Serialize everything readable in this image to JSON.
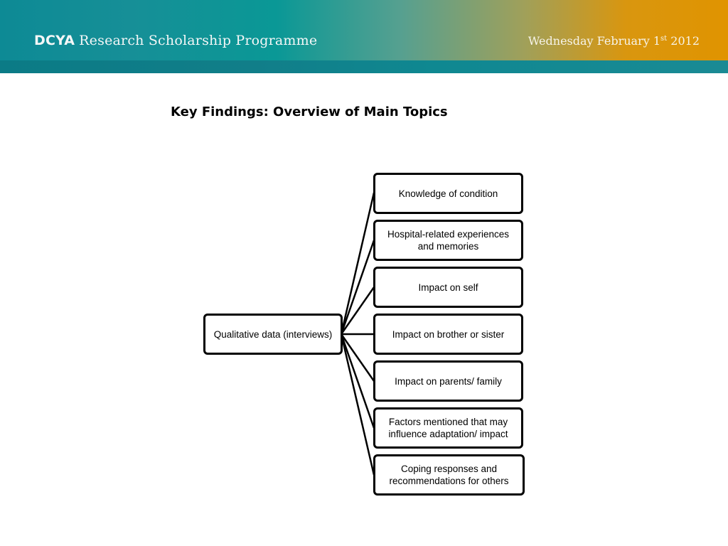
{
  "header": {
    "org": "DCYA",
    "programme": "Research Scholarship Programme",
    "date_main": "Wednesday February 1",
    "date_sup": "st",
    "date_year": "2012"
  },
  "slide": {
    "title": "Key Findings: Overview of Main Topics"
  },
  "diagram": {
    "root": "Qualitative data (interviews)",
    "children": [
      "Knowledge of condition",
      "Hospital-related experiences and memories",
      "Impact on self",
      "Impact on brother or sister",
      "Impact on parents/ family",
      "Factors mentioned that may influence adaptation/ impact",
      "Coping responses and recommendations for others"
    ]
  }
}
